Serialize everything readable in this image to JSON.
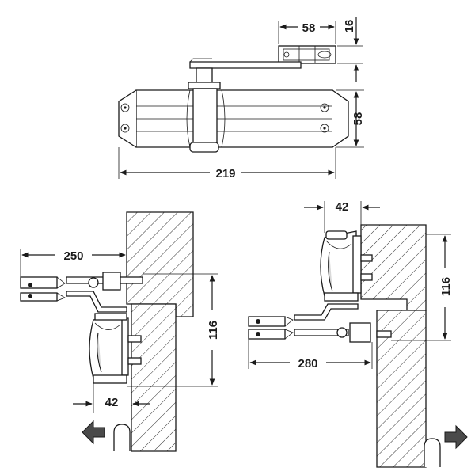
{
  "top_view": {
    "width_label": "219",
    "height_label": "58",
    "bracket_width_label": "58",
    "bracket_height_label": "16"
  },
  "pull_side": {
    "arm_length_label": "250",
    "vertical_label": "116",
    "offset_label": "42",
    "arrow_direction": "left"
  },
  "push_side": {
    "offset_label": "42",
    "vertical_label": "116",
    "arm_length_label": "280",
    "arrow_direction": "right"
  }
}
